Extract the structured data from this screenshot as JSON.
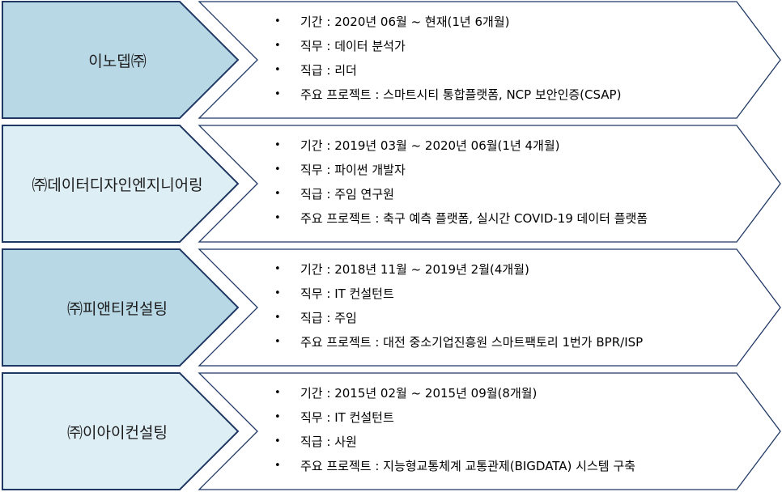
{
  "colors": {
    "stroke": "#1f3864",
    "company_fill_dark": "#b8d8e6",
    "company_fill_light": "#deeef5",
    "detail_fill": "#ffffff"
  },
  "bullet_glyph": "•",
  "rows": [
    {
      "company": "이노뎁㈜",
      "fill": "dark",
      "details": [
        "기간 : 2020년 06월 ~ 현재(1년 6개월)",
        "직무 : 데이터 분석가",
        "직급 : 리더",
        "주요 프로젝트 : 스마트시티 통합플랫폼, NCP 보안인증(CSAP)"
      ]
    },
    {
      "company": "㈜데이터디자인엔지니어링",
      "fill": "light",
      "details": [
        "기간 : 2019년 03월 ~ 2020년 06월(1년 4개월)",
        "직무 : 파이썬 개발자",
        "직급 : 주임 연구원",
        "주요 프로젝트 : 축구 예측 플랫폼, 실시간 COVID-19 데이터 플랫폼"
      ]
    },
    {
      "company": "㈜피앤티컨설팅",
      "fill": "dark",
      "details": [
        "기간 : 2018년 11월 ~ 2019년 2월(4개월)",
        "직무 : IT 컨설턴트",
        "직급 : 주임",
        "주요 프로젝트 : 대전 중소기업진흥원 스마트팩토리 1번가 BPR/ISP"
      ]
    },
    {
      "company": "㈜이아이컨설팅",
      "fill": "light",
      "details": [
        "기간 : 2015년 02월 ~ 2015년 09월(8개월)",
        "직무 : IT 컨설턴트",
        "직급 : 사원",
        "주요 프로젝트 : 지능형교통체계 교통관제(BIGDATA) 시스템 구축"
      ]
    }
  ]
}
